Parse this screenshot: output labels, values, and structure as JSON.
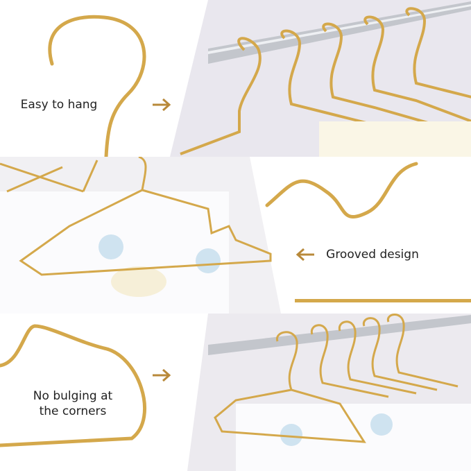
{
  "colors": {
    "gold": "#d4a84b",
    "arrow": "#b8893a",
    "photo_bg": "#e9e7ee",
    "rail": "#b9bcc3"
  },
  "panels": [
    {
      "caption": "Easy to hang",
      "arrow": "arrow-right-icon"
    },
    {
      "caption": "Grooved design",
      "arrow": "arrow-left-icon"
    },
    {
      "caption": "No bulging at\nthe corners",
      "arrow": "arrow-right-icon"
    }
  ]
}
